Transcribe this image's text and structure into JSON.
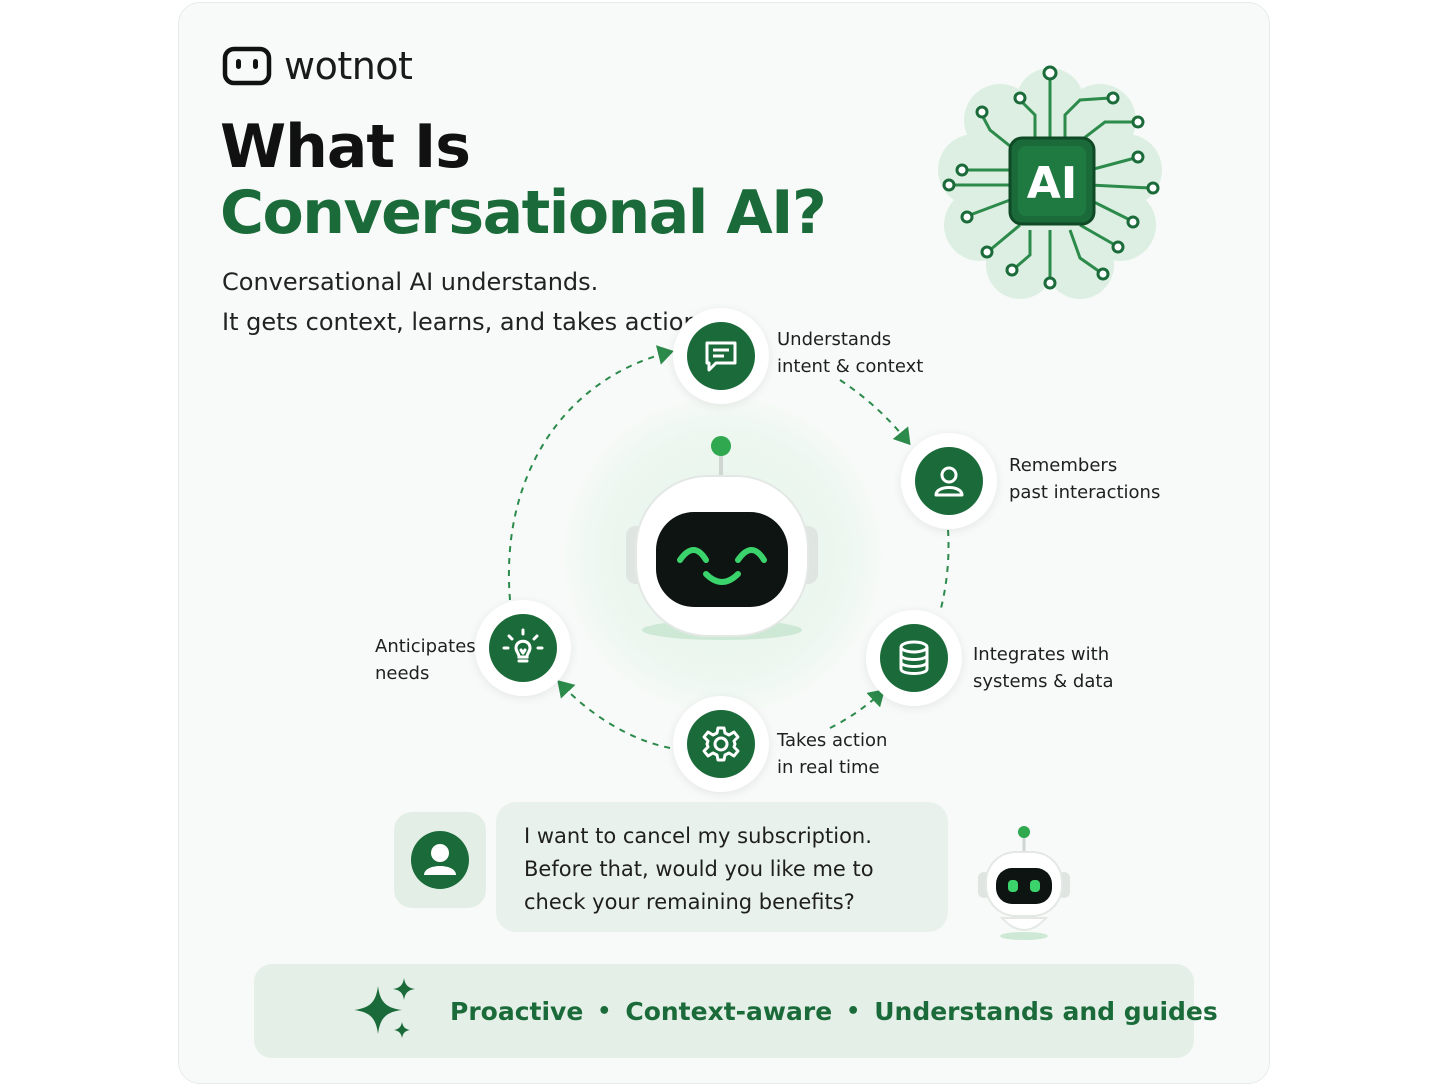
{
  "brand": {
    "name": "wotnot",
    "logo_icon": "robot-face-icon"
  },
  "title": {
    "line1": "What Is",
    "line2": "Conversational AI?"
  },
  "subtitle": {
    "line1": "Conversational AI understands.",
    "line2": "It gets context, learns, and takes action."
  },
  "brain_chip": {
    "label": "AI",
    "icon": "brain-circuit-icon"
  },
  "capabilities": [
    {
      "line1": "Understands",
      "line2": "intent & context",
      "icon": "chat-bubble-icon"
    },
    {
      "line1": "Remembers",
      "line2": "past interactions",
      "icon": "user-icon"
    },
    {
      "line1": "Integrates with",
      "line2": "systems & data",
      "icon": "database-icon"
    },
    {
      "line1": "Takes action",
      "line2": "in real time",
      "icon": "gear-icon"
    },
    {
      "line1": "Anticipates",
      "line2": "needs",
      "icon": "lightbulb-icon"
    }
  ],
  "chat": {
    "line1": "I want to cancel my subscription.",
    "line2": "Before that, would you like me to",
    "line3": "check your remaining benefits?"
  },
  "banner": {
    "tag1": "Proactive",
    "tag2": "Context-aware",
    "tag3": "Understands and guides",
    "separator": "•"
  },
  "colors": {
    "brand_green": "#1b6b3a",
    "light_green": "#e4efe7",
    "accent_green": "#2fa84f",
    "dark": "#111111"
  }
}
